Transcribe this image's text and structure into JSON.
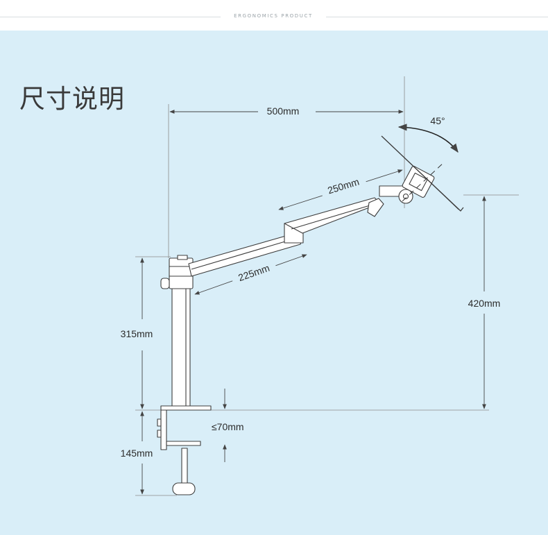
{
  "header": {
    "tagline": "ERGONOMICS PRODUCT"
  },
  "title": "尺寸说明",
  "colors": {
    "background": "#d9eef8",
    "line": "#3c3c3c",
    "dimension": "#555555"
  },
  "dimensions": {
    "reach": "500mm",
    "tilt": "45°",
    "upper_arm": "250mm",
    "lower_arm": "225mm",
    "tray_height": "420mm",
    "pole_height": "315mm",
    "clamp_depth": "≤70mm",
    "clamp_height": "145mm"
  }
}
